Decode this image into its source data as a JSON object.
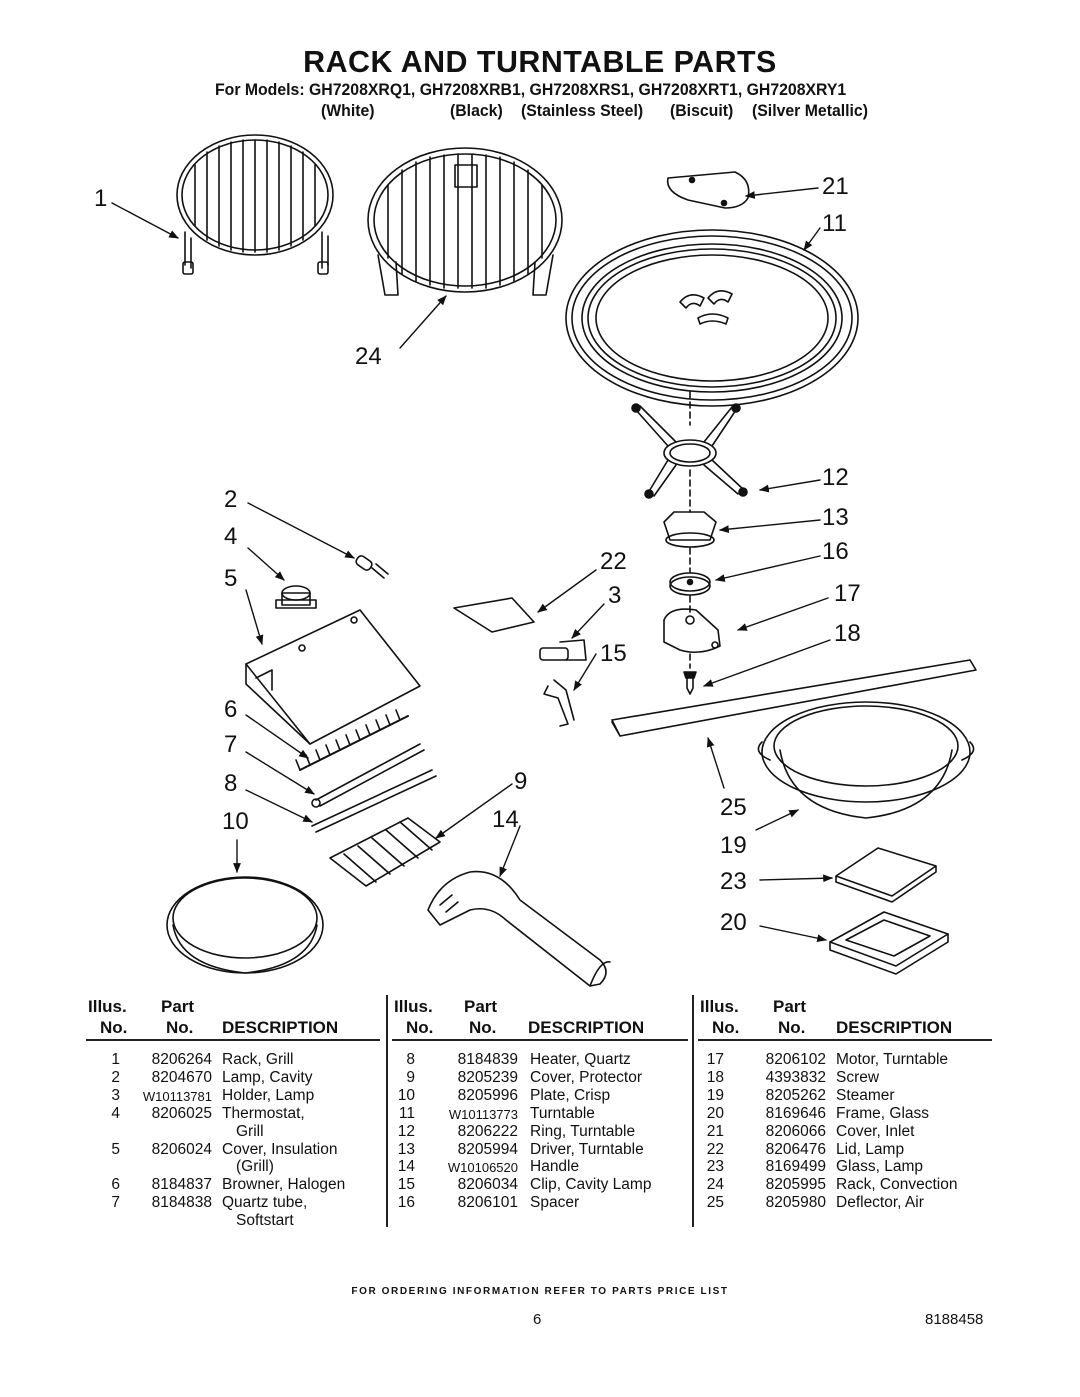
{
  "title": "RACK AND TURNTABLE PARTS",
  "models_line": "For Models: GH7208XRQ1, GH7208XRB1, GH7208XRS1, GH7208XRT1, GH7208XRY1",
  "colors": [
    "(White)",
    "(Black)",
    "(Stainless Steel)",
    "(Biscuit)",
    "(Silver Metallic)"
  ],
  "callouts": [
    "1",
    "21",
    "11",
    "24",
    "12",
    "2",
    "13",
    "4",
    "22",
    "16",
    "5",
    "3",
    "17",
    "18",
    "15",
    "6",
    "7",
    "9",
    "8",
    "25",
    "10",
    "14",
    "19",
    "23",
    "20"
  ],
  "table": {
    "headers": {
      "illus_line1": "Illus.",
      "part_line1": "Part",
      "no": "No.",
      "description": "DESCRIPTION"
    },
    "columns": [
      [
        {
          "illus": "1",
          "part": "8206264",
          "desc": [
            "Rack, Grill"
          ]
        },
        {
          "illus": "2",
          "part": "8204670",
          "desc": [
            "Lamp, Cavity"
          ]
        },
        {
          "illus": "3",
          "part": "W10113781",
          "desc": [
            "Holder, Lamp"
          ]
        },
        {
          "illus": "4",
          "part": "8206025",
          "desc": [
            "Thermostat,",
            "Grill"
          ]
        },
        {
          "illus": "5",
          "part": "8206024",
          "desc": [
            "Cover, Insulation",
            "(Grill)"
          ]
        },
        {
          "illus": "6",
          "part": "8184837",
          "desc": [
            "Browner, Halogen"
          ]
        },
        {
          "illus": "7",
          "part": "8184838",
          "desc": [
            "Quartz tube,",
            "Softstart"
          ]
        }
      ],
      [
        {
          "illus": "8",
          "part": "8184839",
          "desc": [
            "Heater, Quartz"
          ]
        },
        {
          "illus": "9",
          "part": "8205239",
          "desc": [
            "Cover, Protector"
          ]
        },
        {
          "illus": "10",
          "part": "8205996",
          "desc": [
            "Plate, Crisp"
          ]
        },
        {
          "illus": "11",
          "part": "W10113773",
          "desc": [
            "Turntable"
          ]
        },
        {
          "illus": "12",
          "part": "8206222",
          "desc": [
            "Ring, Turntable"
          ]
        },
        {
          "illus": "13",
          "part": "8205994",
          "desc": [
            "Driver, Turntable"
          ]
        },
        {
          "illus": "14",
          "part": "W10106520",
          "desc": [
            "Handle"
          ]
        },
        {
          "illus": "15",
          "part": "8206034",
          "desc": [
            "Clip, Cavity Lamp"
          ]
        },
        {
          "illus": "16",
          "part": "8206101",
          "desc": [
            "Spacer"
          ]
        }
      ],
      [
        {
          "illus": "17",
          "part": "8206102",
          "desc": [
            "Motor, Turntable"
          ]
        },
        {
          "illus": "18",
          "part": "4393832",
          "desc": [
            "Screw"
          ]
        },
        {
          "illus": "19",
          "part": "8205262",
          "desc": [
            "Steamer"
          ]
        },
        {
          "illus": "20",
          "part": "8169646",
          "desc": [
            "Frame, Glass"
          ]
        },
        {
          "illus": "21",
          "part": "8206066",
          "desc": [
            "Cover, Inlet"
          ]
        },
        {
          "illus": "22",
          "part": "8206476",
          "desc": [
            "Lid, Lamp"
          ]
        },
        {
          "illus": "23",
          "part": "8169499",
          "desc": [
            "Glass, Lamp"
          ]
        },
        {
          "illus": "24",
          "part": "8205995",
          "desc": [
            "Rack, Convection"
          ]
        },
        {
          "illus": "25",
          "part": "8205980",
          "desc": [
            "Deflector, Air"
          ]
        }
      ]
    ]
  },
  "footer": {
    "note": "FOR ORDERING INFORMATION REFER TO PARTS PRICE LIST",
    "page_number": "6",
    "document_number": "8188458"
  }
}
